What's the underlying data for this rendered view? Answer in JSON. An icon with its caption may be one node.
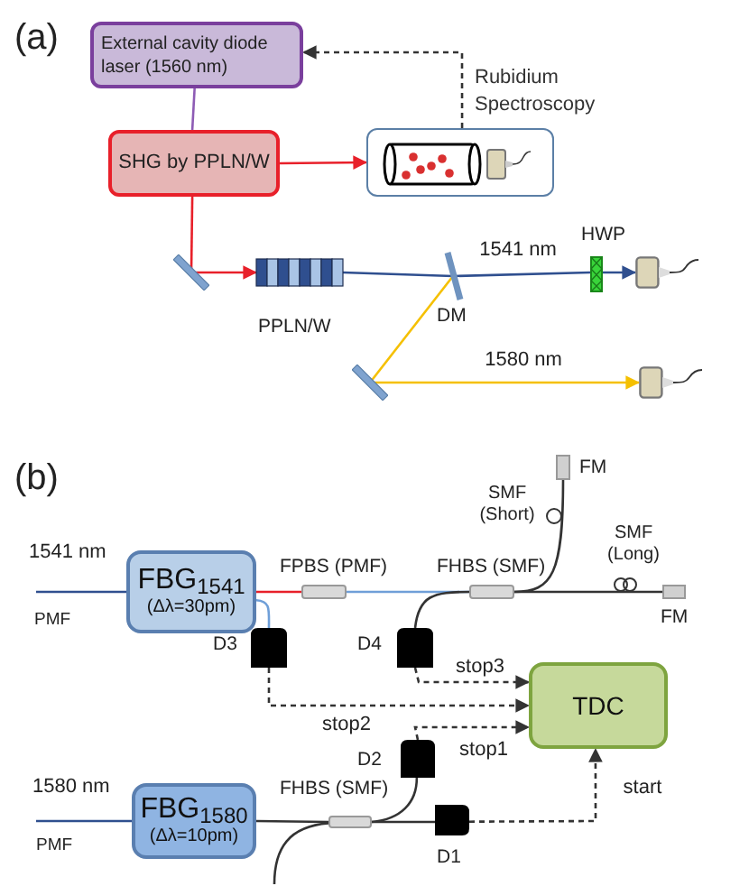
{
  "diagram": {
    "nodes": [
      {
        "text": [
          "External cavity diode laser (1560 nm)"
        ]
      },
      {
        "text": [
          "SHG by PPLN/W"
        ]
      },
      {
        "text": [
          "Rubidium Spectroscopy"
        ]
      },
      {
        "text": [],
        "shape": "bar"
      },
      {
        "text": [
          "PPLN/W"
        ]
      },
      {
        "text": [
          "DM"
        ]
      },
      {
        "text": [
          "HWP"
        ]
      },
      {
        "text": [],
        "shape": "box"
      },
      {
        "text": [],
        "shape": "bar"
      },
      {
        "text": [],
        "shape": "box"
      },
      {
        "text": [
          "FBG$_{1541}$",
          "(Δλ=30pm)"
        ]
      },
      {
        "text": [
          "FPBS (PMF)"
        ]
      },
      {
        "text": [
          "FHBS (SMF)"
        ]
      },
      {
        "text": [
          "FM"
        ]
      },
      {
        "text": [
          "FM"
        ]
      },
      {
        "text": [
          "D3"
        ]
      },
      {
        "text": [
          "D4"
        ]
      },
      {
        "text": [
          "TDC"
        ]
      },
      {
        "text": [
          "D2"
        ]
      },
      {
        "text": [
          "D1"
        ]
      },
      {
        "text": [
          "FBG$_{1580}$",
          "(Δλ=10pm)"
        ]
      },
      {
        "text": [
          "FHBS (SMF)"
        ]
      }
    ],
    "edges": [
      {
        "from": 0,
        "to": 1,
        "arrow": "none",
        "color": "#8e5cb5"
      },
      {
        "from": 1,
        "to": 2,
        "arrow": "to",
        "color": "#e8202a"
      },
      {
        "from": 2,
        "to": 0,
        "arrow": "to",
        "style": "dashed"
      },
      {
        "from": 1,
        "to": 3,
        "arrow": "none",
        "color": "#e8202a"
      },
      {
        "from": 3,
        "to": 4,
        "arrow": "to",
        "color": "#e8202a"
      },
      {
        "from": 4,
        "to": 5,
        "arrow": "none",
        "color": "#2f4f8f"
      },
      {
        "from": 5,
        "to": 6,
        "arrow": "none",
        "label": "1541 nm",
        "color": "#2f4f8f"
      },
      {
        "from": 6,
        "to": 7,
        "arrow": "to",
        "color": "#2f4f8f"
      },
      {
        "from": 5,
        "to": 8,
        "arrow": "none",
        "color": "#f5c000"
      },
      {
        "from": 8,
        "to": 9,
        "arrow": "to",
        "label": "1580 nm",
        "color": "#f5c000"
      },
      {
        "from": null,
        "to": 10,
        "arrow": "none",
        "color": "#2f4f8f"
      },
      {
        "from": 10,
        "to": 11,
        "arrow": "none",
        "color": "#e8202a"
      },
      {
        "from": 10,
        "to": 15,
        "arrow": "none",
        "color": "#6f9fd8"
      },
      {
        "from": 11,
        "to": 12,
        "arrow": "none",
        "color": "#6f9fd8"
      },
      {
        "from": 12,
        "to": 13,
        "arrow": "none"
      },
      {
        "from": 12,
        "to": 14,
        "arrow": "none"
      },
      {
        "from": 16,
        "to": 12,
        "arrow": "none"
      },
      {
        "from": 15,
        "to": 17,
        "arrow": "to",
        "label": "stop2",
        "style": "dashed"
      },
      {
        "from": 16,
        "to": 17,
        "arrow": "to",
        "label": "stop3",
        "style": "dashed"
      },
      {
        "from": 18,
        "to": 17,
        "arrow": "to",
        "label": "stop1",
        "style": "dashed"
      },
      {
        "from": 19,
        "to": 17,
        "arrow": "to",
        "label": "start",
        "style": "dashed"
      },
      {
        "from": null,
        "to": 20,
        "arrow": "none",
        "color": "#2f4f8f"
      },
      {
        "from": 20,
        "to": 21,
        "arrow": "none"
      },
      {
        "from": 21,
        "to": 18,
        "arrow": "none"
      },
      {
        "from": 21,
        "to": 19,
        "arrow": "none"
      },
      {
        "from": 21,
        "to": null,
        "arrow": "none"
      }
    ],
    "labels": [
      "(a)",
      "(b)",
      "1541 nm",
      "PMF",
      "SMF (Short)",
      "SMF (Long)",
      "1580 nm",
      "PMF"
    ]
  }
}
